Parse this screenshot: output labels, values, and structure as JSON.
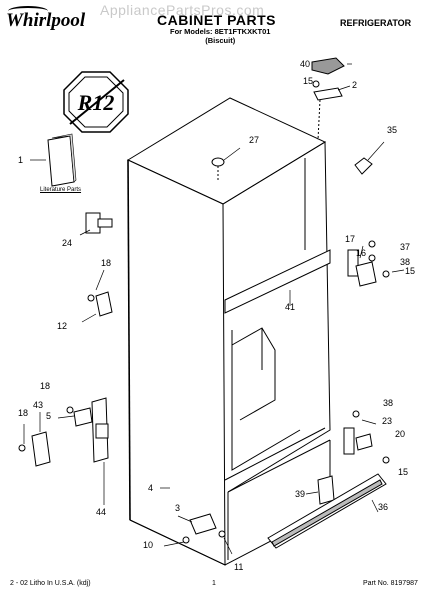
{
  "header": {
    "watermark": "AppliancePartsPros.com",
    "brand": "Whirlpool",
    "title": "CABINET PARTS",
    "models_line": "For Models: 8ET1FTKXKT01",
    "color_line": "(Biscuit)",
    "category": "REFRIGERATOR"
  },
  "logo": {
    "text": "R12"
  },
  "diagram": {
    "literature_label": "Literature Parts",
    "callouts": [
      "40",
      "15",
      "2",
      "35",
      "27",
      "1",
      "17",
      "37",
      "16",
      "38",
      "15",
      "24",
      "18",
      "41",
      "12",
      "18",
      "43",
      "5",
      "18",
      "38",
      "23",
      "20",
      "4",
      "15",
      "39",
      "3",
      "36",
      "10",
      "11",
      "44"
    ]
  },
  "footer": {
    "left": "2 - 02 Litho In U.S.A. (kdj)",
    "page": "1",
    "part_no": "Part No. 8197987"
  }
}
